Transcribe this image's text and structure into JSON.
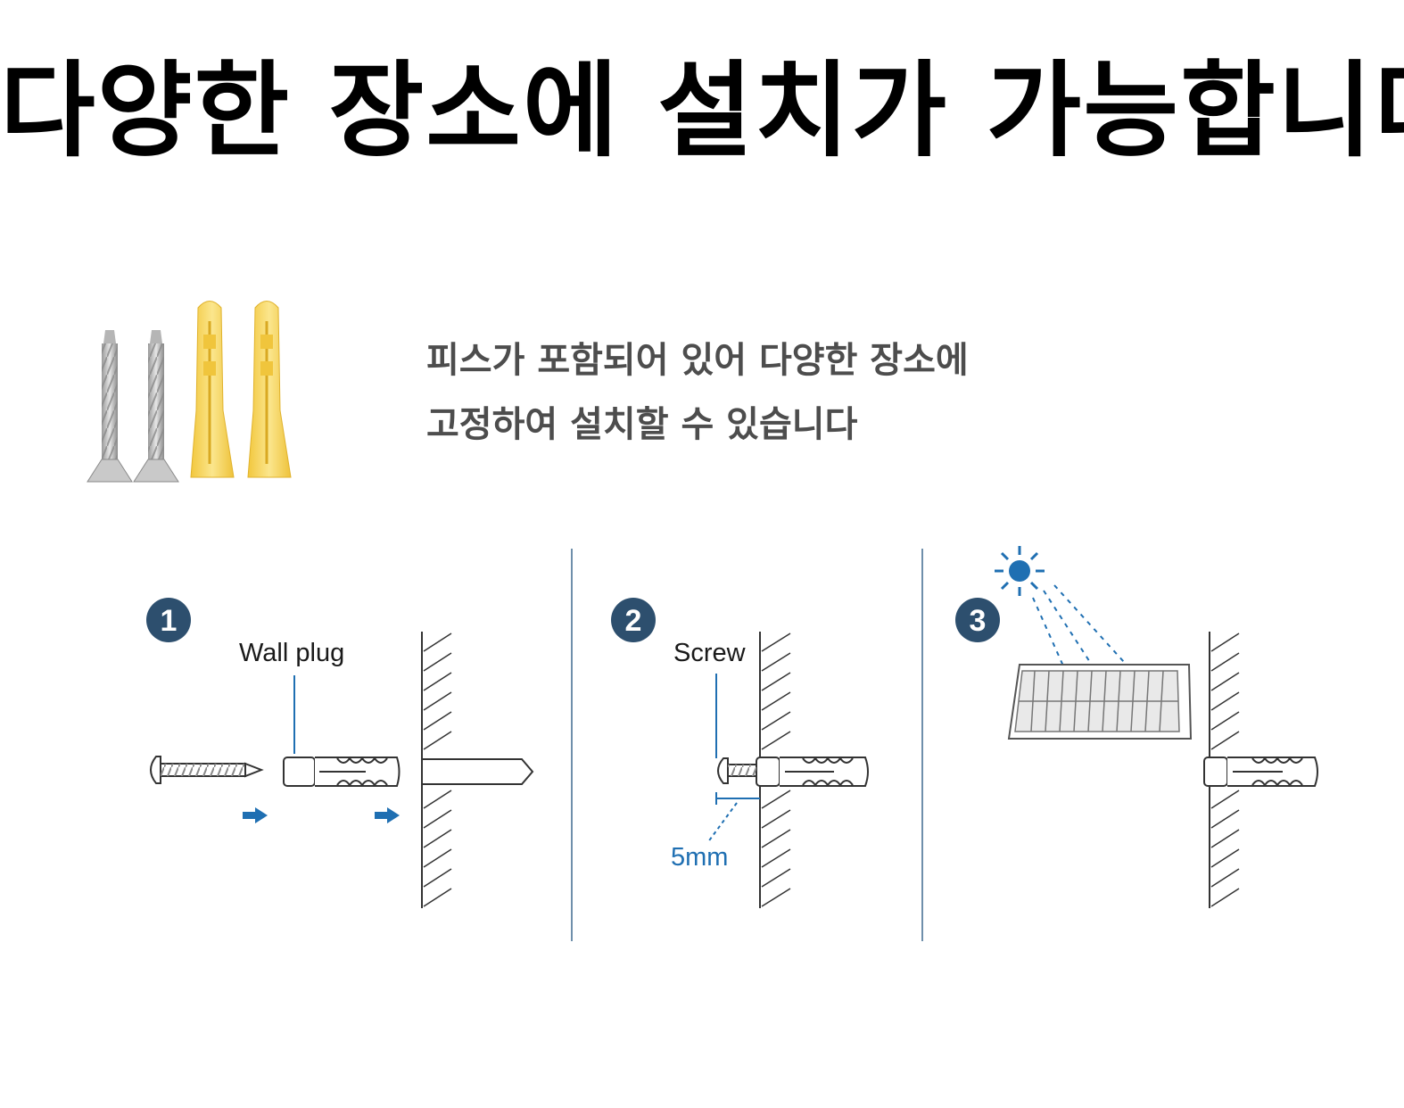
{
  "headline": "다양한 장소에 설치가 가능합니다",
  "caption": {
    "line1": "피스가 포함되어 있어 다양한 장소에",
    "line2": "고정하여 설치할 수 있습니다"
  },
  "steps": [
    {
      "number": "1",
      "label": "Wall plug"
    },
    {
      "number": "2",
      "label": "Screw",
      "measure": "5mm"
    },
    {
      "number": "3"
    }
  ],
  "colors": {
    "step_badge": "#2d4f6e",
    "accent_blue": "#1f6fb2",
    "plug_yellow": "#f6d85a",
    "line_gray": "#333333"
  }
}
